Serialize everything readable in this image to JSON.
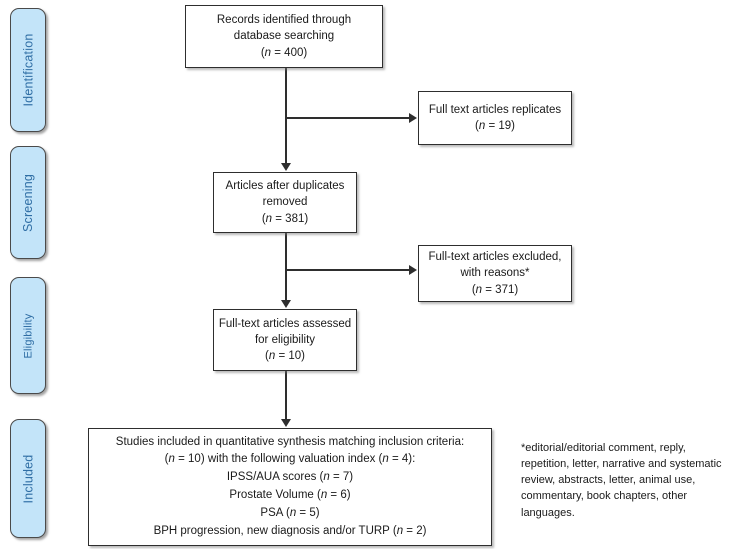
{
  "diagram": {
    "type": "prisma-flow-diagram",
    "accent_color": "#c3e4f9",
    "stage_label_color": "#2f6ea5",
    "box_border_color": "#2e2e2e",
    "background_color": "#ffffff"
  },
  "stages": [
    {
      "id": "identification",
      "label": "Identification"
    },
    {
      "id": "screening",
      "label": "Screening"
    },
    {
      "id": "eligibility",
      "label": "Eligibility"
    },
    {
      "id": "included",
      "label": "Included"
    }
  ],
  "boxes": {
    "records_identified": {
      "line1": "Records identified through",
      "line2": "database searching",
      "count_prefix": "(",
      "count_n": "n",
      "count_value": " = 400)"
    },
    "full_text_replicates": {
      "line1": "Full text articles replicates",
      "count_prefix": "(",
      "count_n": "n",
      "count_value": " = 19)"
    },
    "articles_after_duplicates": {
      "line1": "Articles after duplicates",
      "line2": "removed",
      "count_prefix": "(",
      "count_n": "n",
      "count_value": " = 381)"
    },
    "full_text_excluded": {
      "line1": "Full-text articles excluded,",
      "line2": "with reasons*",
      "count_prefix": "(",
      "count_n": "n",
      "count_value": " = 371)"
    },
    "full_text_assessed": {
      "line1": "Full-text articles assessed",
      "line2": "for eligibility",
      "count_prefix": "(",
      "count_n": "n",
      "count_value": " = 10)"
    },
    "studies_included": {
      "line1_text": "Studies included in quantitative synthesis matching inclusion criteria:",
      "line2_a": "(",
      "line2_n1": "n",
      "line2_b": " = 10) with the following valuation index (",
      "line2_n2": "n",
      "line2_c": " = 4):",
      "line3_a": "IPSS/AUA scores (",
      "line3_n": "n",
      "line3_b": " = 7)",
      "line4_a": "Prostate Volume (",
      "line4_n": "n",
      "line4_b": " = 6)",
      "line5_a": "PSA (",
      "line5_n": "n",
      "line5_b": " = 5)",
      "line6_a": "BPH progression, new diagnosis and/or TURP (",
      "line6_n": "n",
      "line6_b": " = 2)"
    }
  },
  "footnote": {
    "text": "*editorial/editorial comment, reply, repetition, letter, narrative and systematic review, abstracts, letter, animal use, commentary, book chapters, other languages."
  }
}
